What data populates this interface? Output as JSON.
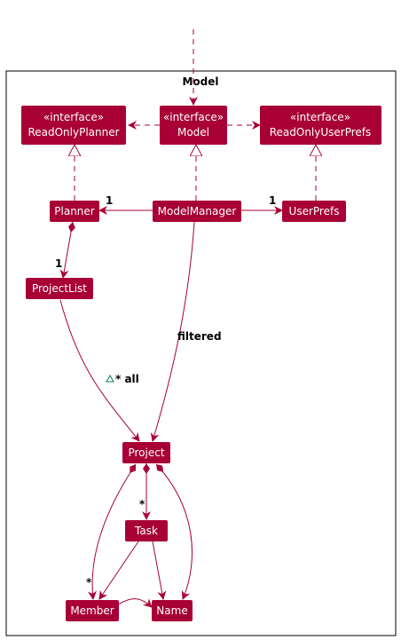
{
  "package": {
    "title": "Model"
  },
  "classes": {
    "readonly_planner": {
      "stereotype": "«interface»",
      "name": "ReadOnlyPlanner"
    },
    "model": {
      "stereotype": "«interface»",
      "name": "Model"
    },
    "readonly_userprefs": {
      "stereotype": "«interface»",
      "name": "ReadOnlyUserPrefs"
    },
    "planner": {
      "name": "Planner"
    },
    "model_manager": {
      "name": "ModelManager"
    },
    "user_prefs": {
      "name": "UserPrefs"
    },
    "project_list": {
      "name": "ProjectList"
    },
    "project": {
      "name": "Project"
    },
    "task": {
      "name": "Task"
    },
    "member": {
      "name": "Member"
    },
    "name": {
      "name": "Name"
    }
  },
  "labels": {
    "planner_mult": "1",
    "userprefs_mult": "1",
    "projectlist_mult": "1",
    "all_mult": "* all",
    "filtered": "filtered",
    "task_mult": "*",
    "member_mult": "*"
  },
  "colors": {
    "class_fill": "#A80036",
    "line": "#A80036",
    "package_border": "#000000",
    "visibility_icon": "#038048"
  }
}
